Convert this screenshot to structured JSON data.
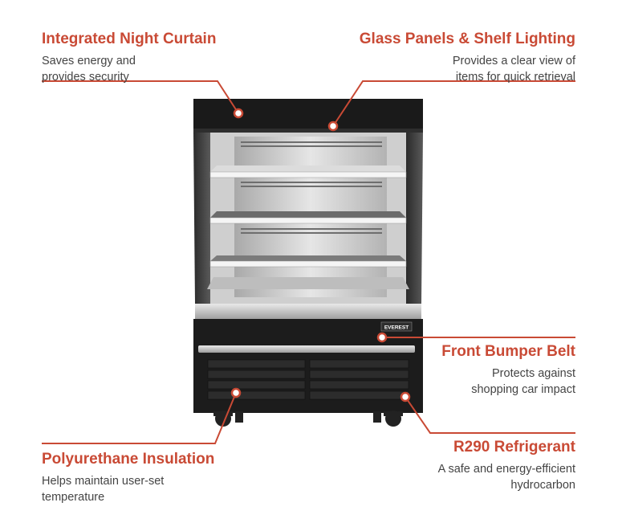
{
  "callouts": {
    "night_curtain": {
      "title": "Integrated Night Curtain",
      "desc": [
        "Saves energy and",
        "provides security"
      ]
    },
    "glass_panels": {
      "title": "Glass Panels & Shelf Lighting",
      "desc": [
        "Provides a clear view of",
        "items for quick retrieval"
      ]
    },
    "bumper_belt": {
      "title": "Front Bumper Belt",
      "desc": [
        "Protects against",
        "shopping car impact"
      ]
    },
    "refrigerant": {
      "title": "R290 Refrigerant",
      "desc": [
        "A safe and energy-efficient",
        "hydrocarbon"
      ]
    },
    "insulation": {
      "title": "Polyurethane Insulation",
      "desc": [
        "Helps maintain user-set",
        "temperature"
      ]
    }
  },
  "product": {
    "brand_badge": "EVEREST"
  },
  "colors": {
    "accent": "#c94a35",
    "text": "#444444",
    "cabinet": "#1c1c1c",
    "steel": "#cfcfcf"
  }
}
